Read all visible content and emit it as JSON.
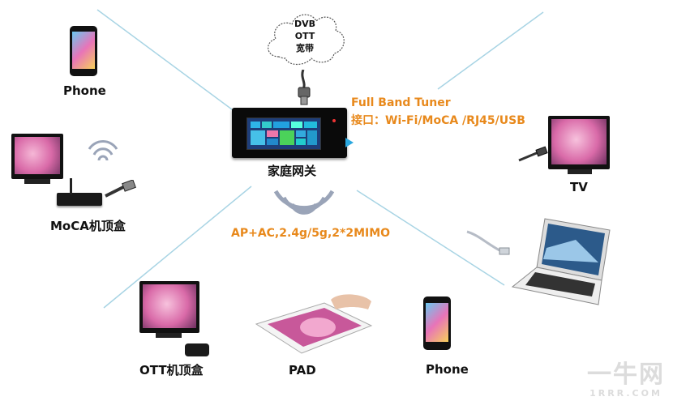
{
  "cloud": {
    "line1": "DVB",
    "line2": "OTT",
    "line3": "宽带"
  },
  "tuner": {
    "line1": "Full Band Tuner",
    "line2": "接口：Wi-Fi/MoCA /RJ45/USB"
  },
  "gateway": {
    "label": "家庭网关"
  },
  "ap_label": "AP+AC,2.4g/5g,2*2MIMO",
  "devices": {
    "phone_top": "Phone",
    "moca_stb": "MoCA机顶盒",
    "tv": "TV",
    "ott_stb": "OTT机顶盒",
    "pad": "PAD",
    "phone_bottom": "Phone"
  },
  "watermark": {
    "line1": "一牛网",
    "line2": "1RRR.COM"
  },
  "colors": {
    "line": "#a8d4e4",
    "accent": "#e8891c",
    "wifi": "#9aa4b8"
  }
}
